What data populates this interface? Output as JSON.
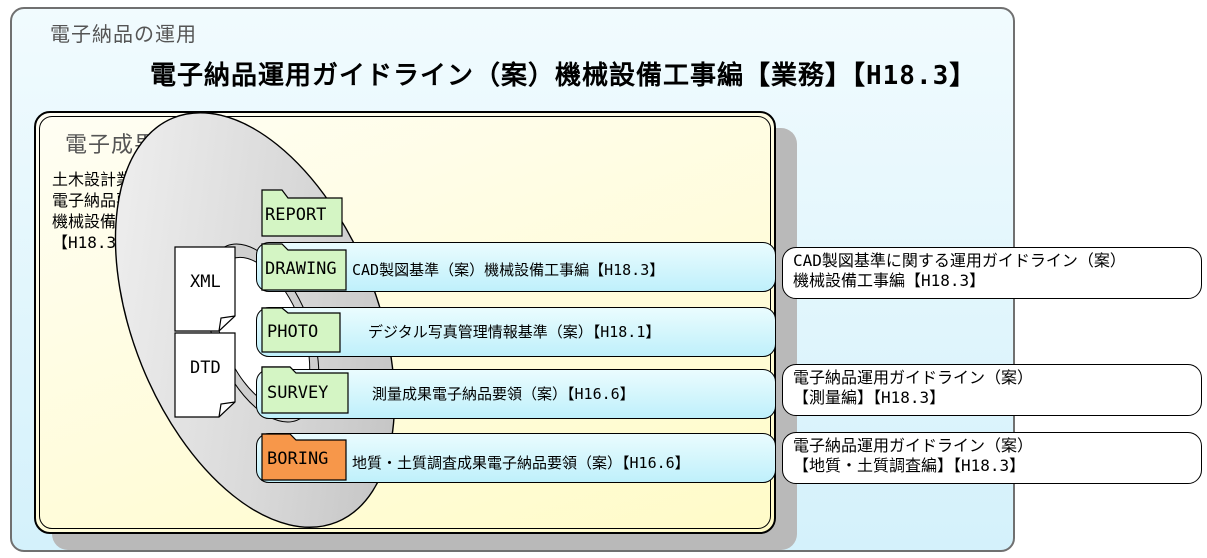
{
  "outer_title": "電子納品の運用",
  "main_title": "電子納品運用ガイドライン（案）機械設備工事編【業務】【H18.3】",
  "inner_title": "電子成果品の仕様",
  "left_label": [
    "土木設計業務等の",
    "電子納品要領(案)",
    "機械設備工事編",
    "【H18.3】"
  ],
  "docs": {
    "xml": "XML",
    "dtd": "DTD"
  },
  "folders": {
    "report": "REPORT",
    "drawing": "DRAWING",
    "photo": "PHOTO",
    "survey": "SURVEY",
    "boring": "BORING"
  },
  "pills": {
    "drawing": "CAD製図基準（案）機械設備工事編【H18.3】",
    "photo": "デジタル写真管理情報基準（案）【H18.1】",
    "survey": "測量成果電子納品要領（案）【H16.6】",
    "boring": "地質・土質調査成果電子納品要領（案）【H16.6】"
  },
  "right_boxes": {
    "cad": [
      "CAD製図基準に関する運用ガイドライン（案）",
      "機械設備工事編【H18.3】"
    ],
    "survey": [
      "電子納品運用ガイドライン（案）",
      "【測量編】【H18.3】"
    ],
    "geology": [
      "電子納品運用ガイドライン（案）",
      "【地質・土質調査編】【H18.3】"
    ]
  },
  "colors": {
    "outer_bg": "#d4f1fb",
    "inner_bg": "#fffbc8",
    "folder_green": "#d4f5c4",
    "folder_orange": "#f7974a",
    "pill_bg": "#c6f1fb"
  }
}
